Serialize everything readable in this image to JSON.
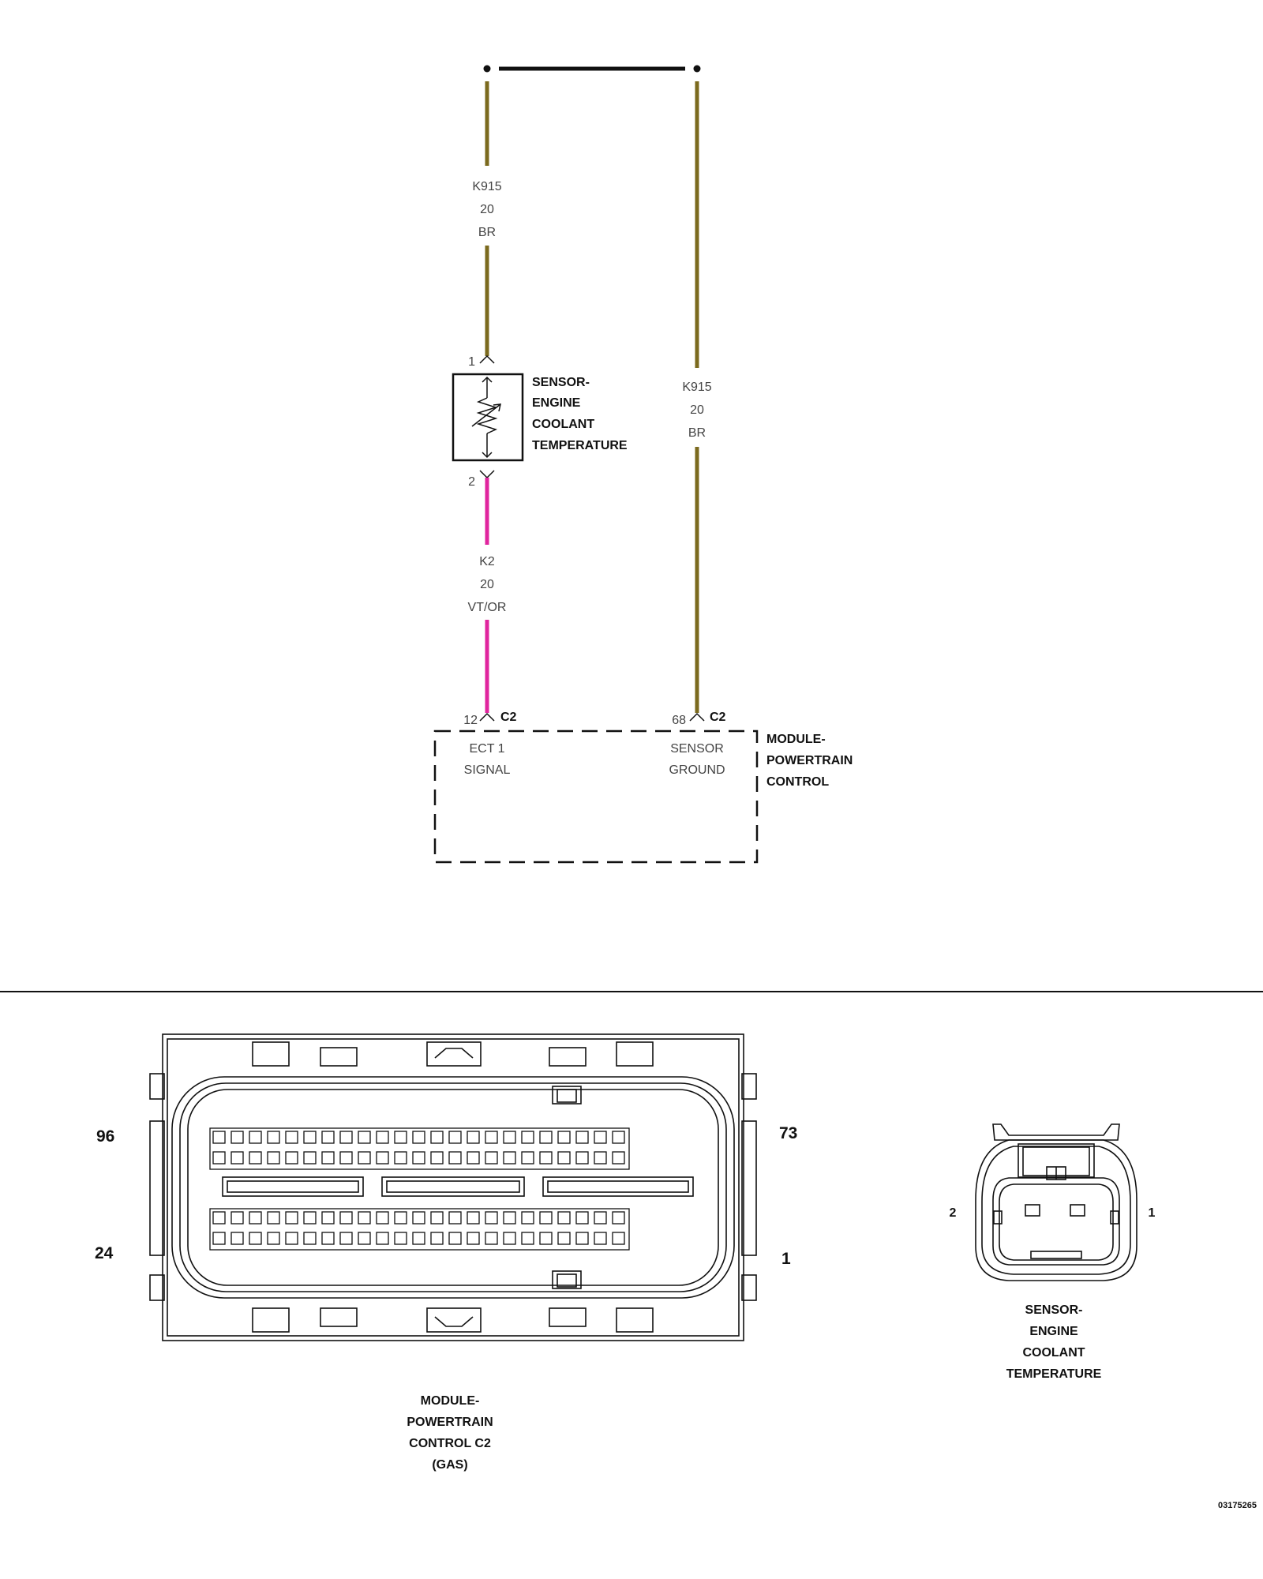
{
  "colors": {
    "wire_br": "#7b6a1e",
    "wire_vt_or": "#e0259e",
    "line": "#111111",
    "text": "#444444"
  },
  "wires": {
    "left_upper": {
      "circuit": "K915",
      "gauge": "20",
      "color": "BR"
    },
    "right": {
      "circuit": "K915",
      "gauge": "20",
      "color": "BR"
    },
    "left_lower": {
      "circuit": "K2",
      "gauge": "20",
      "color": "VT/OR"
    }
  },
  "sensor": {
    "pin_top": "1",
    "pin_bottom": "2",
    "label": [
      "SENSOR-",
      "ENGINE",
      "COOLANT",
      "TEMPERATURE"
    ]
  },
  "pcm": {
    "pin_left": "12",
    "pin_right": "68",
    "connector_left": "C2",
    "connector_right": "C2",
    "left_function": [
      "ECT 1",
      "SIGNAL"
    ],
    "right_function": [
      "SENSOR",
      "GROUND"
    ],
    "label": [
      "MODULE-",
      "POWERTRAIN",
      "CONTROL"
    ]
  },
  "pcm_connector_view": {
    "corner_top_left": "96",
    "corner_top_right": "73",
    "corner_bottom_left": "24",
    "corner_bottom_right": "1",
    "caption": [
      "MODULE-",
      "POWERTRAIN",
      "CONTROL C2",
      "(GAS)"
    ]
  },
  "sensor_connector_view": {
    "pin_left": "2",
    "pin_right": "1",
    "caption": [
      "SENSOR-",
      "ENGINE",
      "COOLANT",
      "TEMPERATURE"
    ]
  },
  "figure_id": "03175265"
}
